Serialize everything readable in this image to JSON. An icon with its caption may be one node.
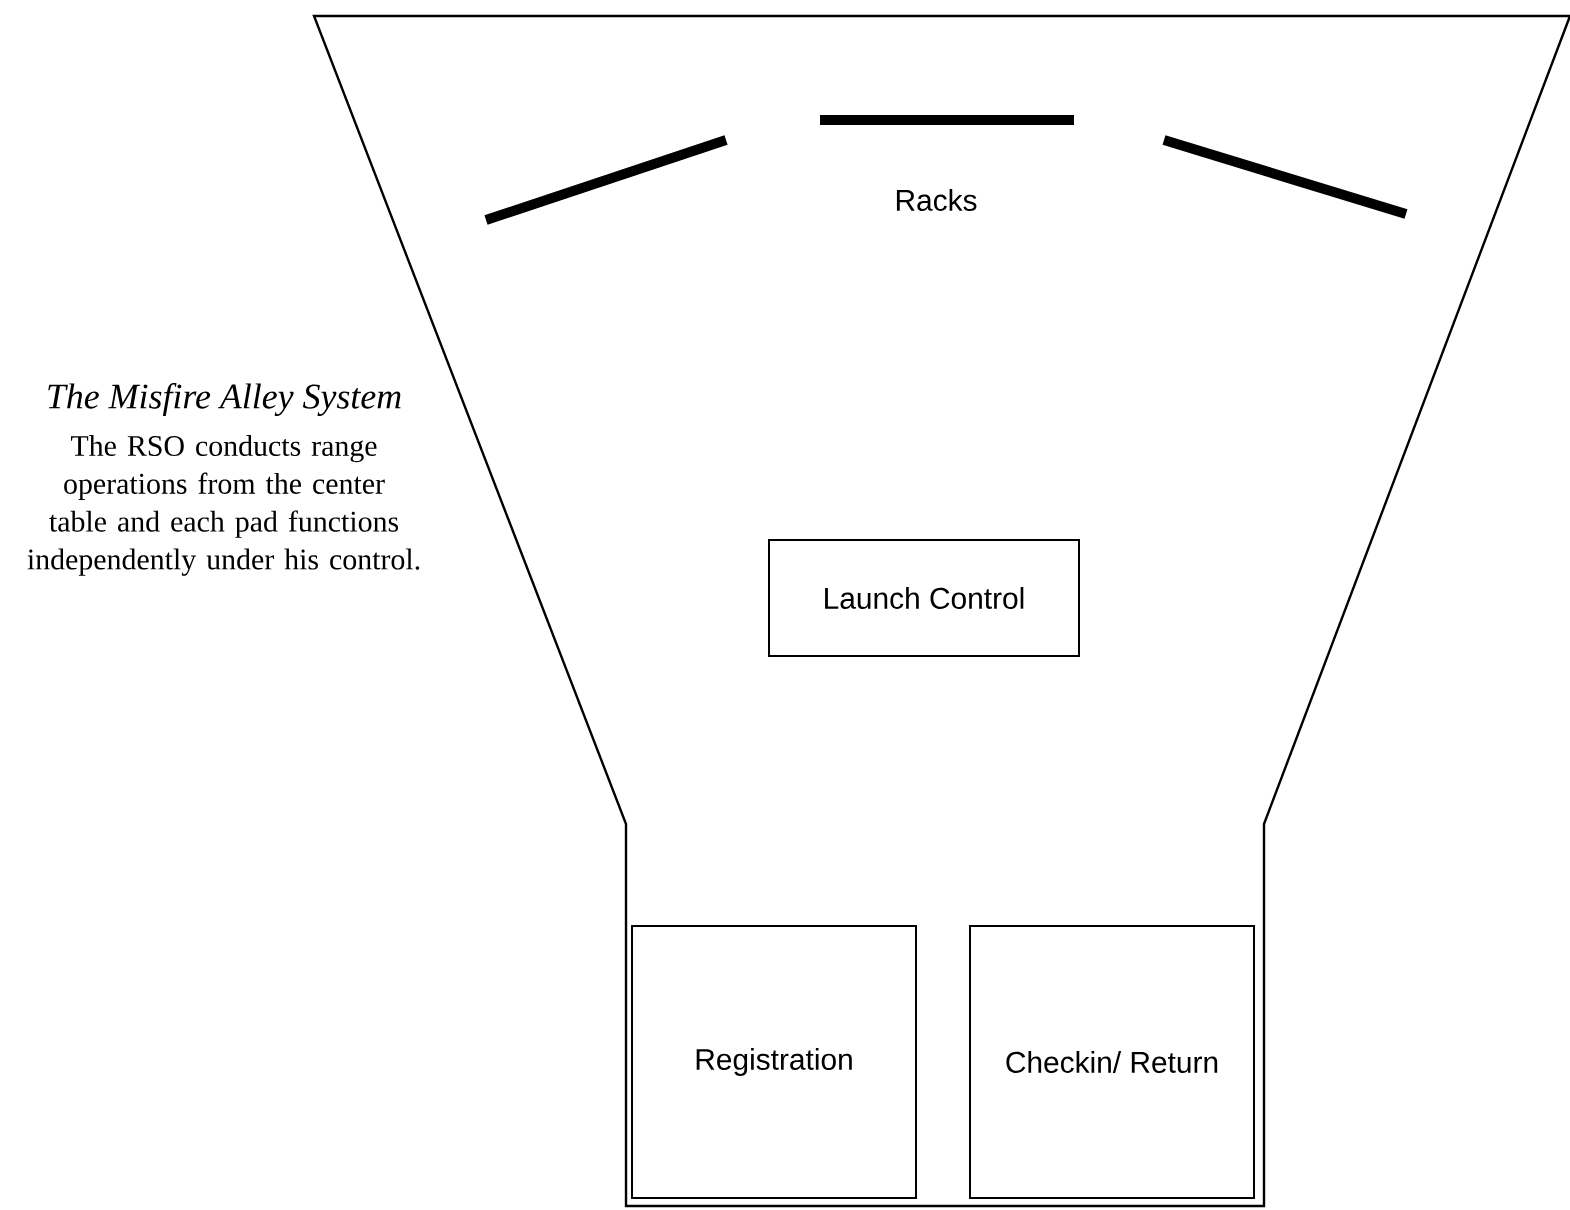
{
  "diagram": {
    "title": "The Misfire Alley System",
    "nodes": [
      {
        "text": [
          "Launch Control"
        ]
      },
      {
        "text": [
          "Registration"
        ]
      },
      {
        "text": [
          "Checkin/ Return"
        ]
      }
    ],
    "labels": [
      "Racks",
      "The RSO conducts range operations from the center table and each pad functions independently under his control."
    ]
  }
}
